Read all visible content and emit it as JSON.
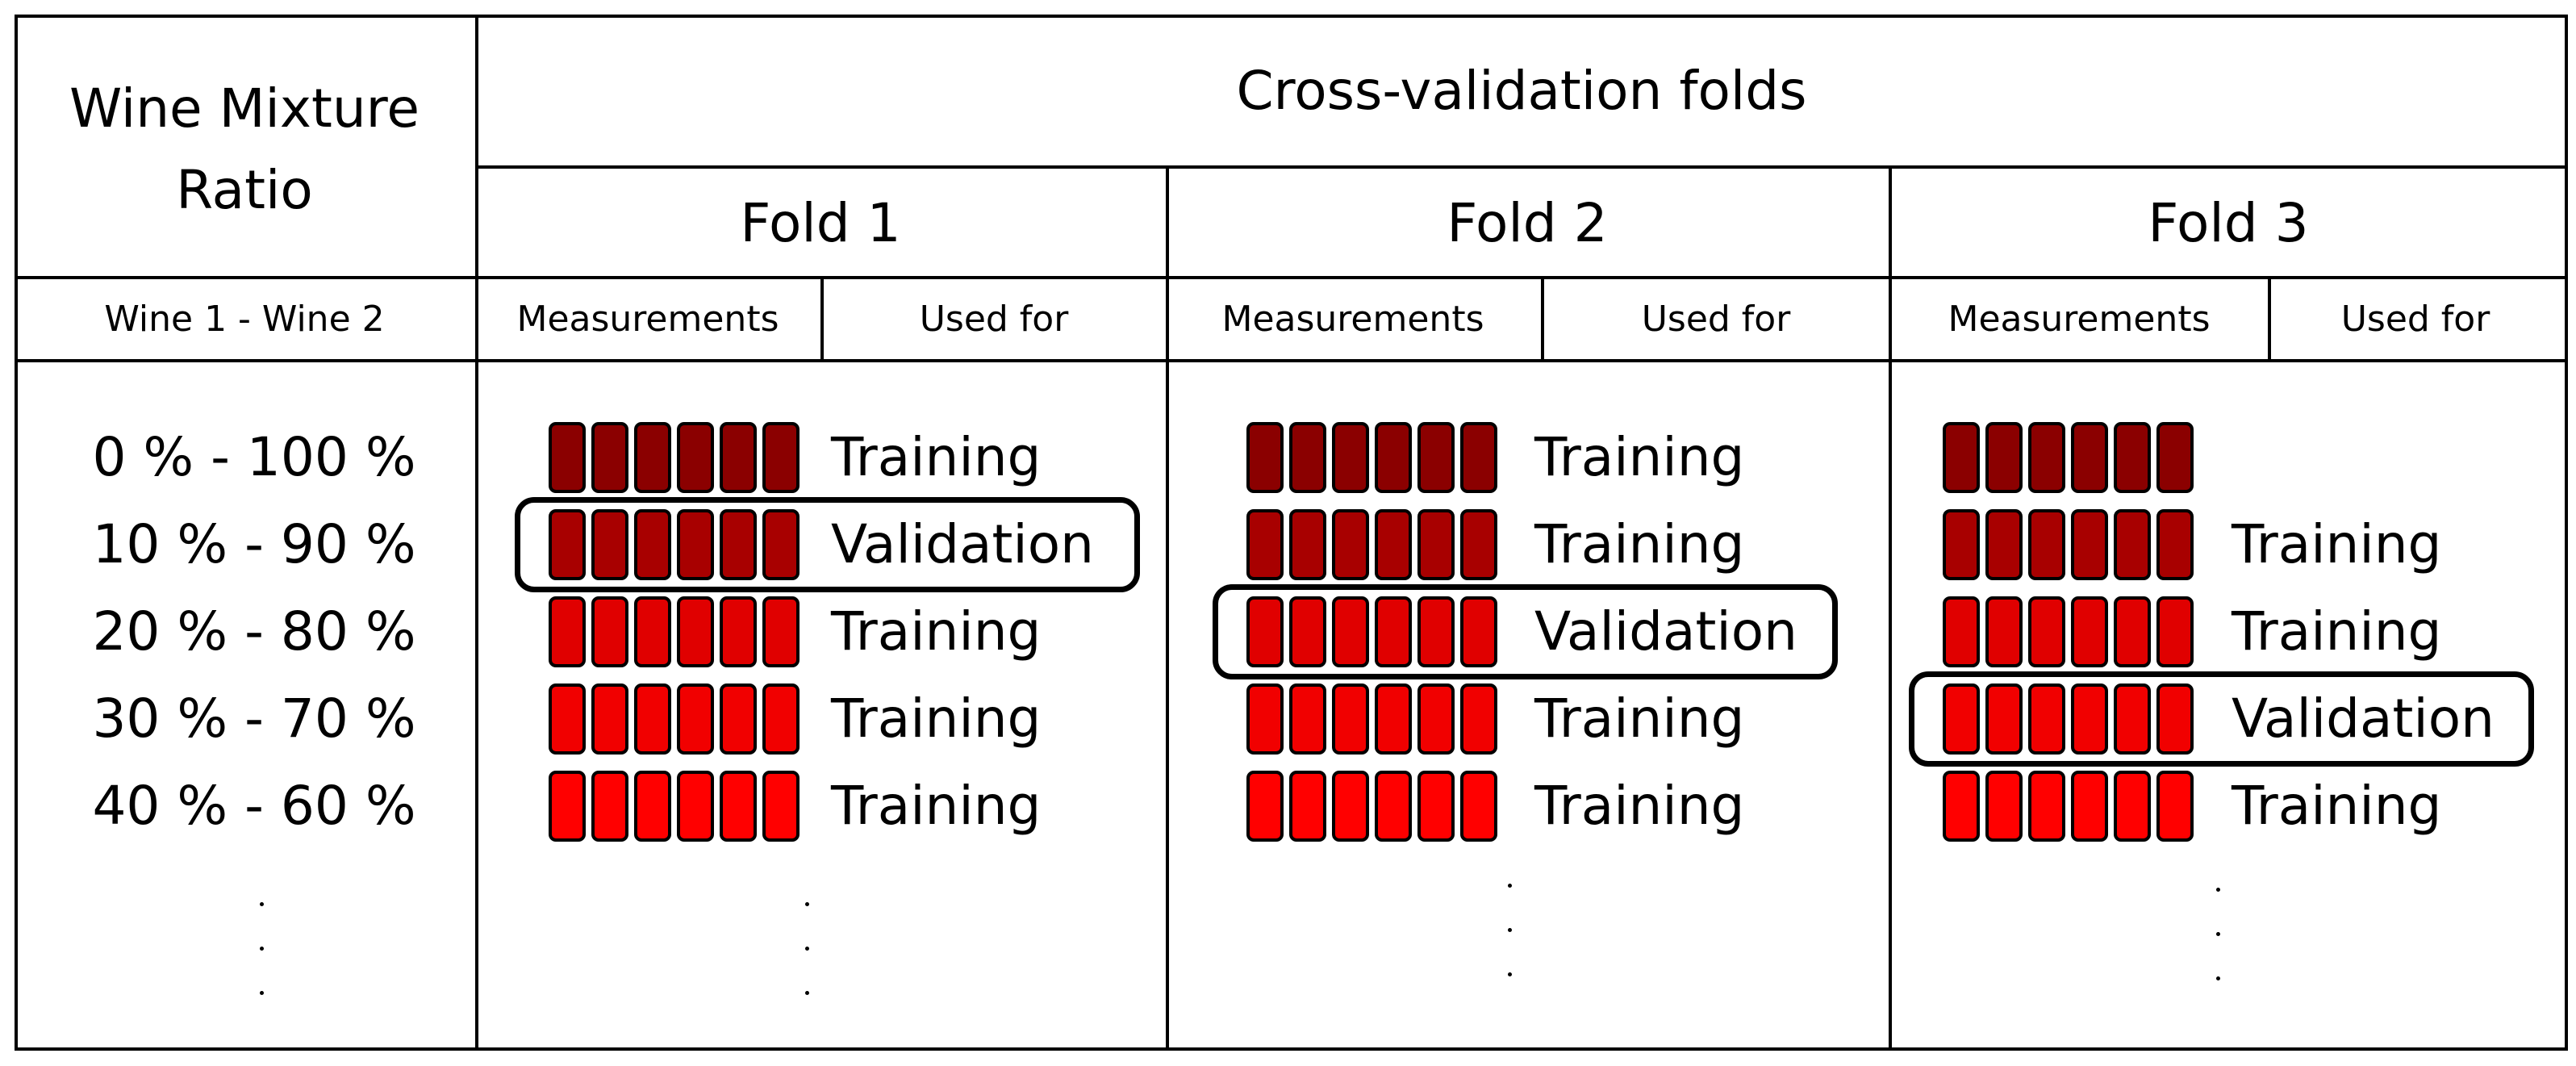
{
  "header": {
    "ratio_title": "Wine Mixture",
    "ratio_title_2": "Ratio",
    "folds_title": "Cross-validation folds",
    "subheader": "Wine 1 - Wine 2"
  },
  "folds": [
    {
      "title": "Fold 1",
      "measurements_label": "Measurements",
      "used_for_label": "Used for",
      "rows": [
        "Training",
        "Validation",
        "Training",
        "Training",
        "Training"
      ],
      "validation_row": 1
    },
    {
      "title": "Fold 2",
      "measurements_label": "Measurements",
      "used_for_label": "Used for",
      "rows": [
        "Training",
        "Training",
        "Validation",
        "Training",
        "Training"
      ],
      "validation_row": 2
    },
    {
      "title": "Fold 3",
      "measurements_label": "Measurements",
      "used_for_label": "Used for",
      "rows": [
        "",
        "Training",
        "Training",
        "Validation",
        "Training"
      ],
      "validation_row": 3
    }
  ],
  "ratios": [
    "0 % - 100 %",
    "10 % - 90 %",
    "20 % - 80 %",
    "30 % - 70 %",
    "40 % - 60 %"
  ],
  "measurements_per_row": 6,
  "colors": {
    "border": "#000000",
    "measurement_shades": [
      "#8b0000",
      "#a80000",
      "#e00000",
      "#f10000",
      "#ff0000"
    ]
  }
}
